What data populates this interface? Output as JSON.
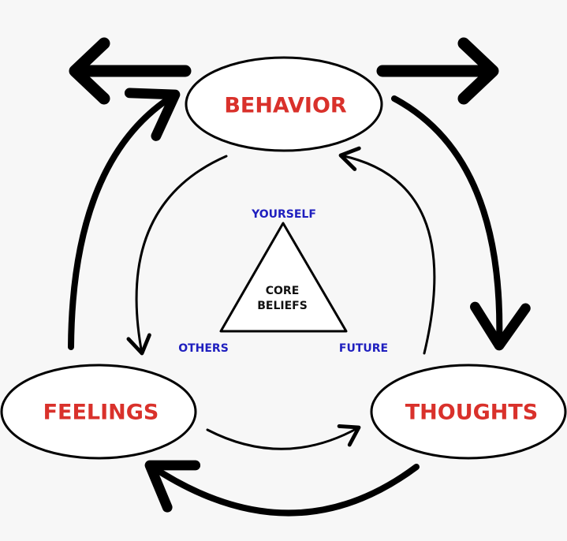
{
  "nodes": {
    "behavior": "BEHAVIOR",
    "feelings": "FEELINGS",
    "thoughts": "THOUGHTS"
  },
  "core": {
    "line1": "CORE",
    "line2": "BELIEFS",
    "yourself": "YOURSELF",
    "others": "OTHERS",
    "future": "FUTURE"
  },
  "colors": {
    "node_text": "#d9312b",
    "corner_text": "#1f1fbf",
    "stroke": "#000000",
    "node_fill": "#ffffff",
    "background": "#f7f7f7"
  }
}
